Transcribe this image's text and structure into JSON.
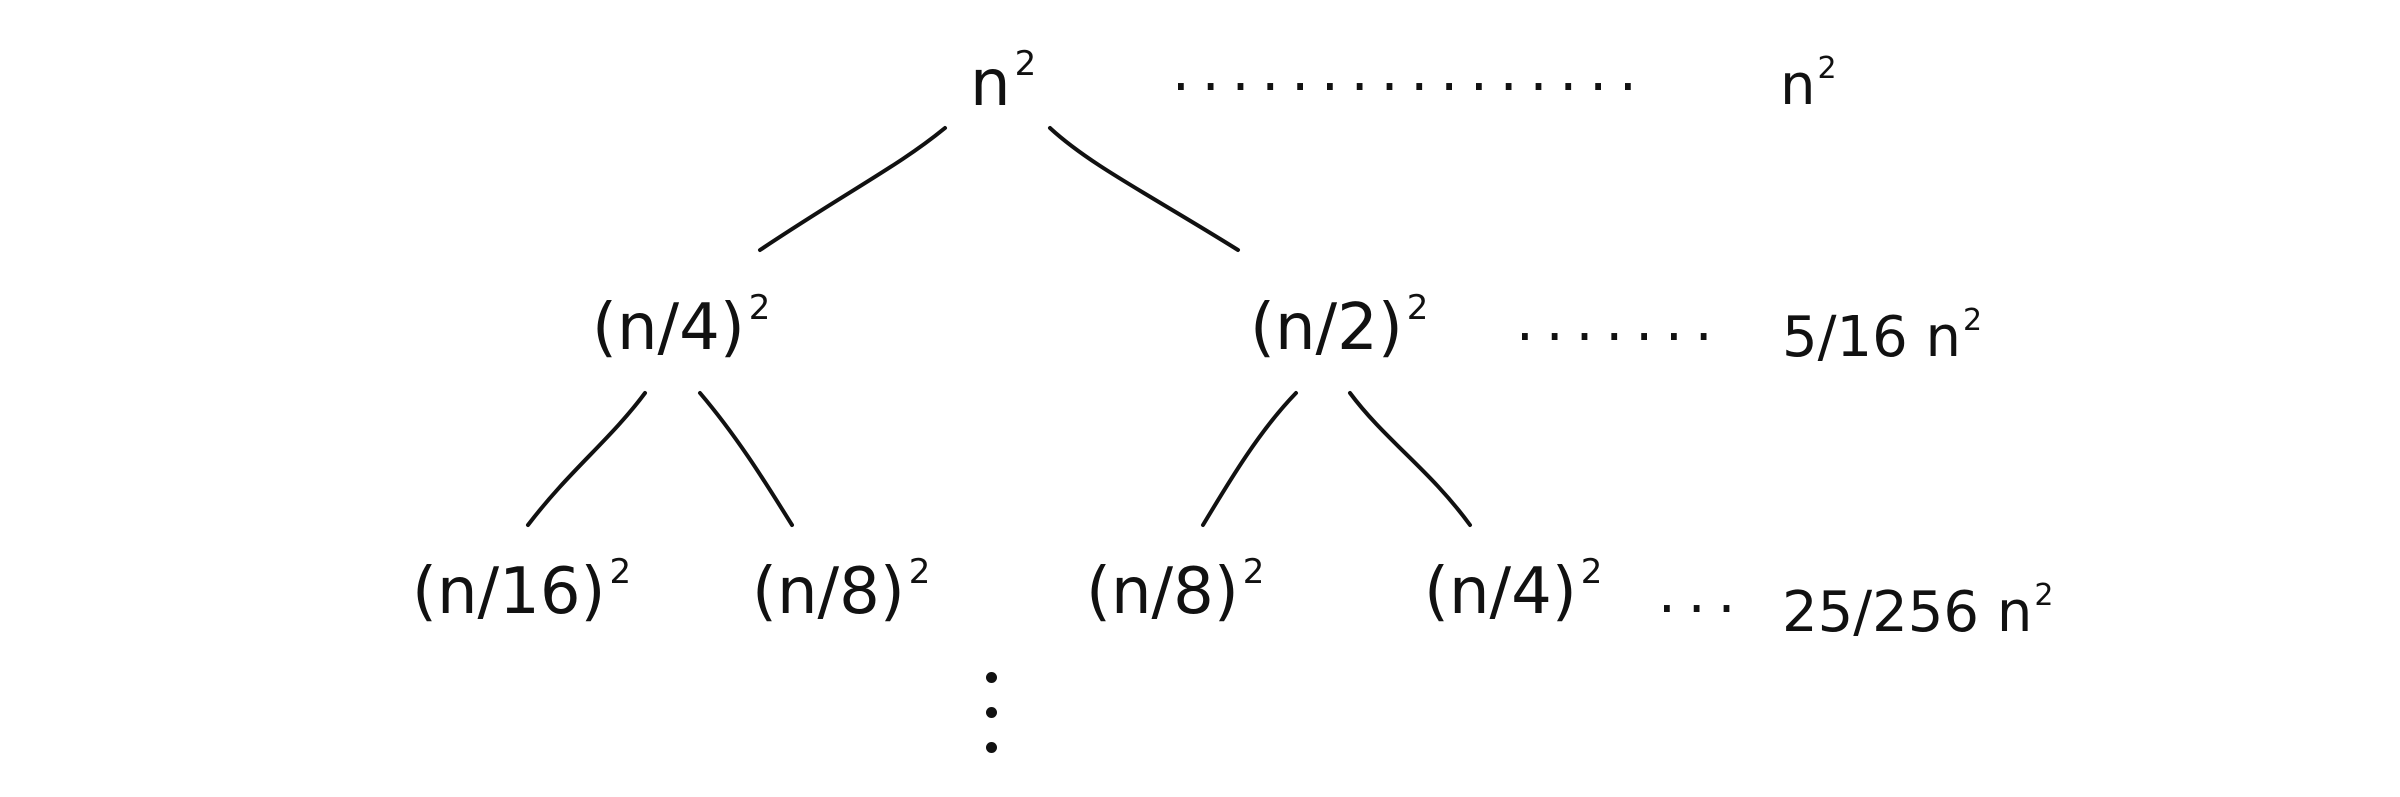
{
  "tree": {
    "root": {
      "base": "n",
      "exp": "2"
    },
    "level1": [
      {
        "base": "(n/4)",
        "exp": "2"
      },
      {
        "base": "(n/2)",
        "exp": "2"
      }
    ],
    "level2": [
      {
        "base": "(n/16)",
        "exp": "2"
      },
      {
        "base": "(n/8)",
        "exp": "2"
      },
      {
        "base": "(n/8)",
        "exp": "2"
      },
      {
        "base": "(n/4)",
        "exp": "2"
      }
    ]
  },
  "level_sums": [
    {
      "dots": "................",
      "value": "n",
      "exp": "2"
    },
    {
      "dots": ".......",
      "value": "5/16 n",
      "exp": "2"
    },
    {
      "dots": "...",
      "value": "25/256 n",
      "exp": "2"
    }
  ],
  "continuation": "vertical-ellipsis"
}
